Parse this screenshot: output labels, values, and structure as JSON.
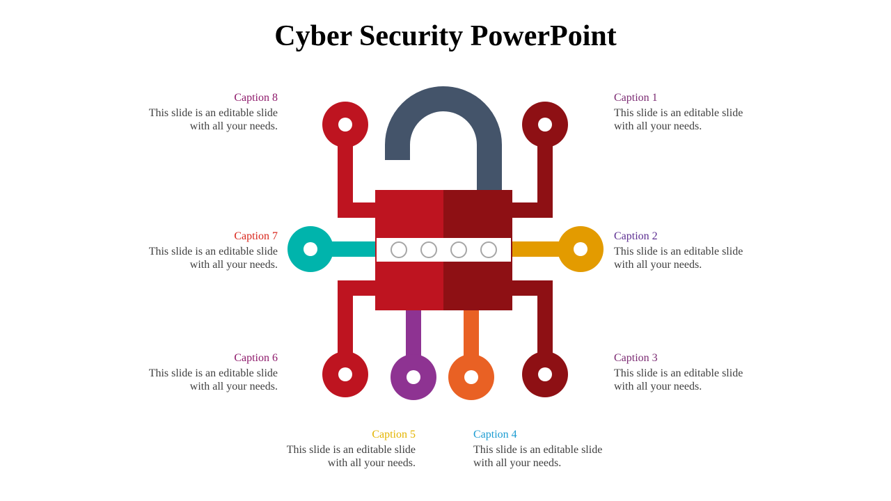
{
  "title": "Cyber Security PowerPoint",
  "colors": {
    "shackle": "#44546A",
    "lock_left": "#BE1420",
    "lock_right": "#8E1014",
    "teal": "#00B4AC",
    "gold": "#E39B00",
    "purple": "#8E3392",
    "orange": "#E96124",
    "keyhole_bg": "#FFFFFF",
    "keyhole_dot": "#D9D9D9"
  },
  "captions": [
    {
      "id": 1,
      "title": "Caption 1",
      "text": "This slide is an editable slide with all your needs.",
      "color": "#7B2A72"
    },
    {
      "id": 2,
      "title": "Caption 2",
      "text": "This slide is an editable slide with all your needs.",
      "color": "#5C2E91"
    },
    {
      "id": 3,
      "title": "Caption 3",
      "text": "This slide is an editable slide with all your needs.",
      "color": "#7B2A72"
    },
    {
      "id": 4,
      "title": "Caption 4",
      "text": "This slide is an editable slide with all your needs.",
      "color": "#1B9BD1"
    },
    {
      "id": 5,
      "title": "Caption 5",
      "text": "This slide is an editable slide with all your needs.",
      "color": "#E3B400"
    },
    {
      "id": 6,
      "title": "Caption 6",
      "text": "This slide is an editable slide with all your needs.",
      "color": "#8E1A6B"
    },
    {
      "id": 7,
      "title": "Caption 7",
      "text": "This slide is an editable slide with all your needs.",
      "color": "#D9261C"
    },
    {
      "id": 8,
      "title": "Caption 8",
      "text": "This slide is an editable slide with all your needs.",
      "color": "#8E1A6B"
    }
  ]
}
